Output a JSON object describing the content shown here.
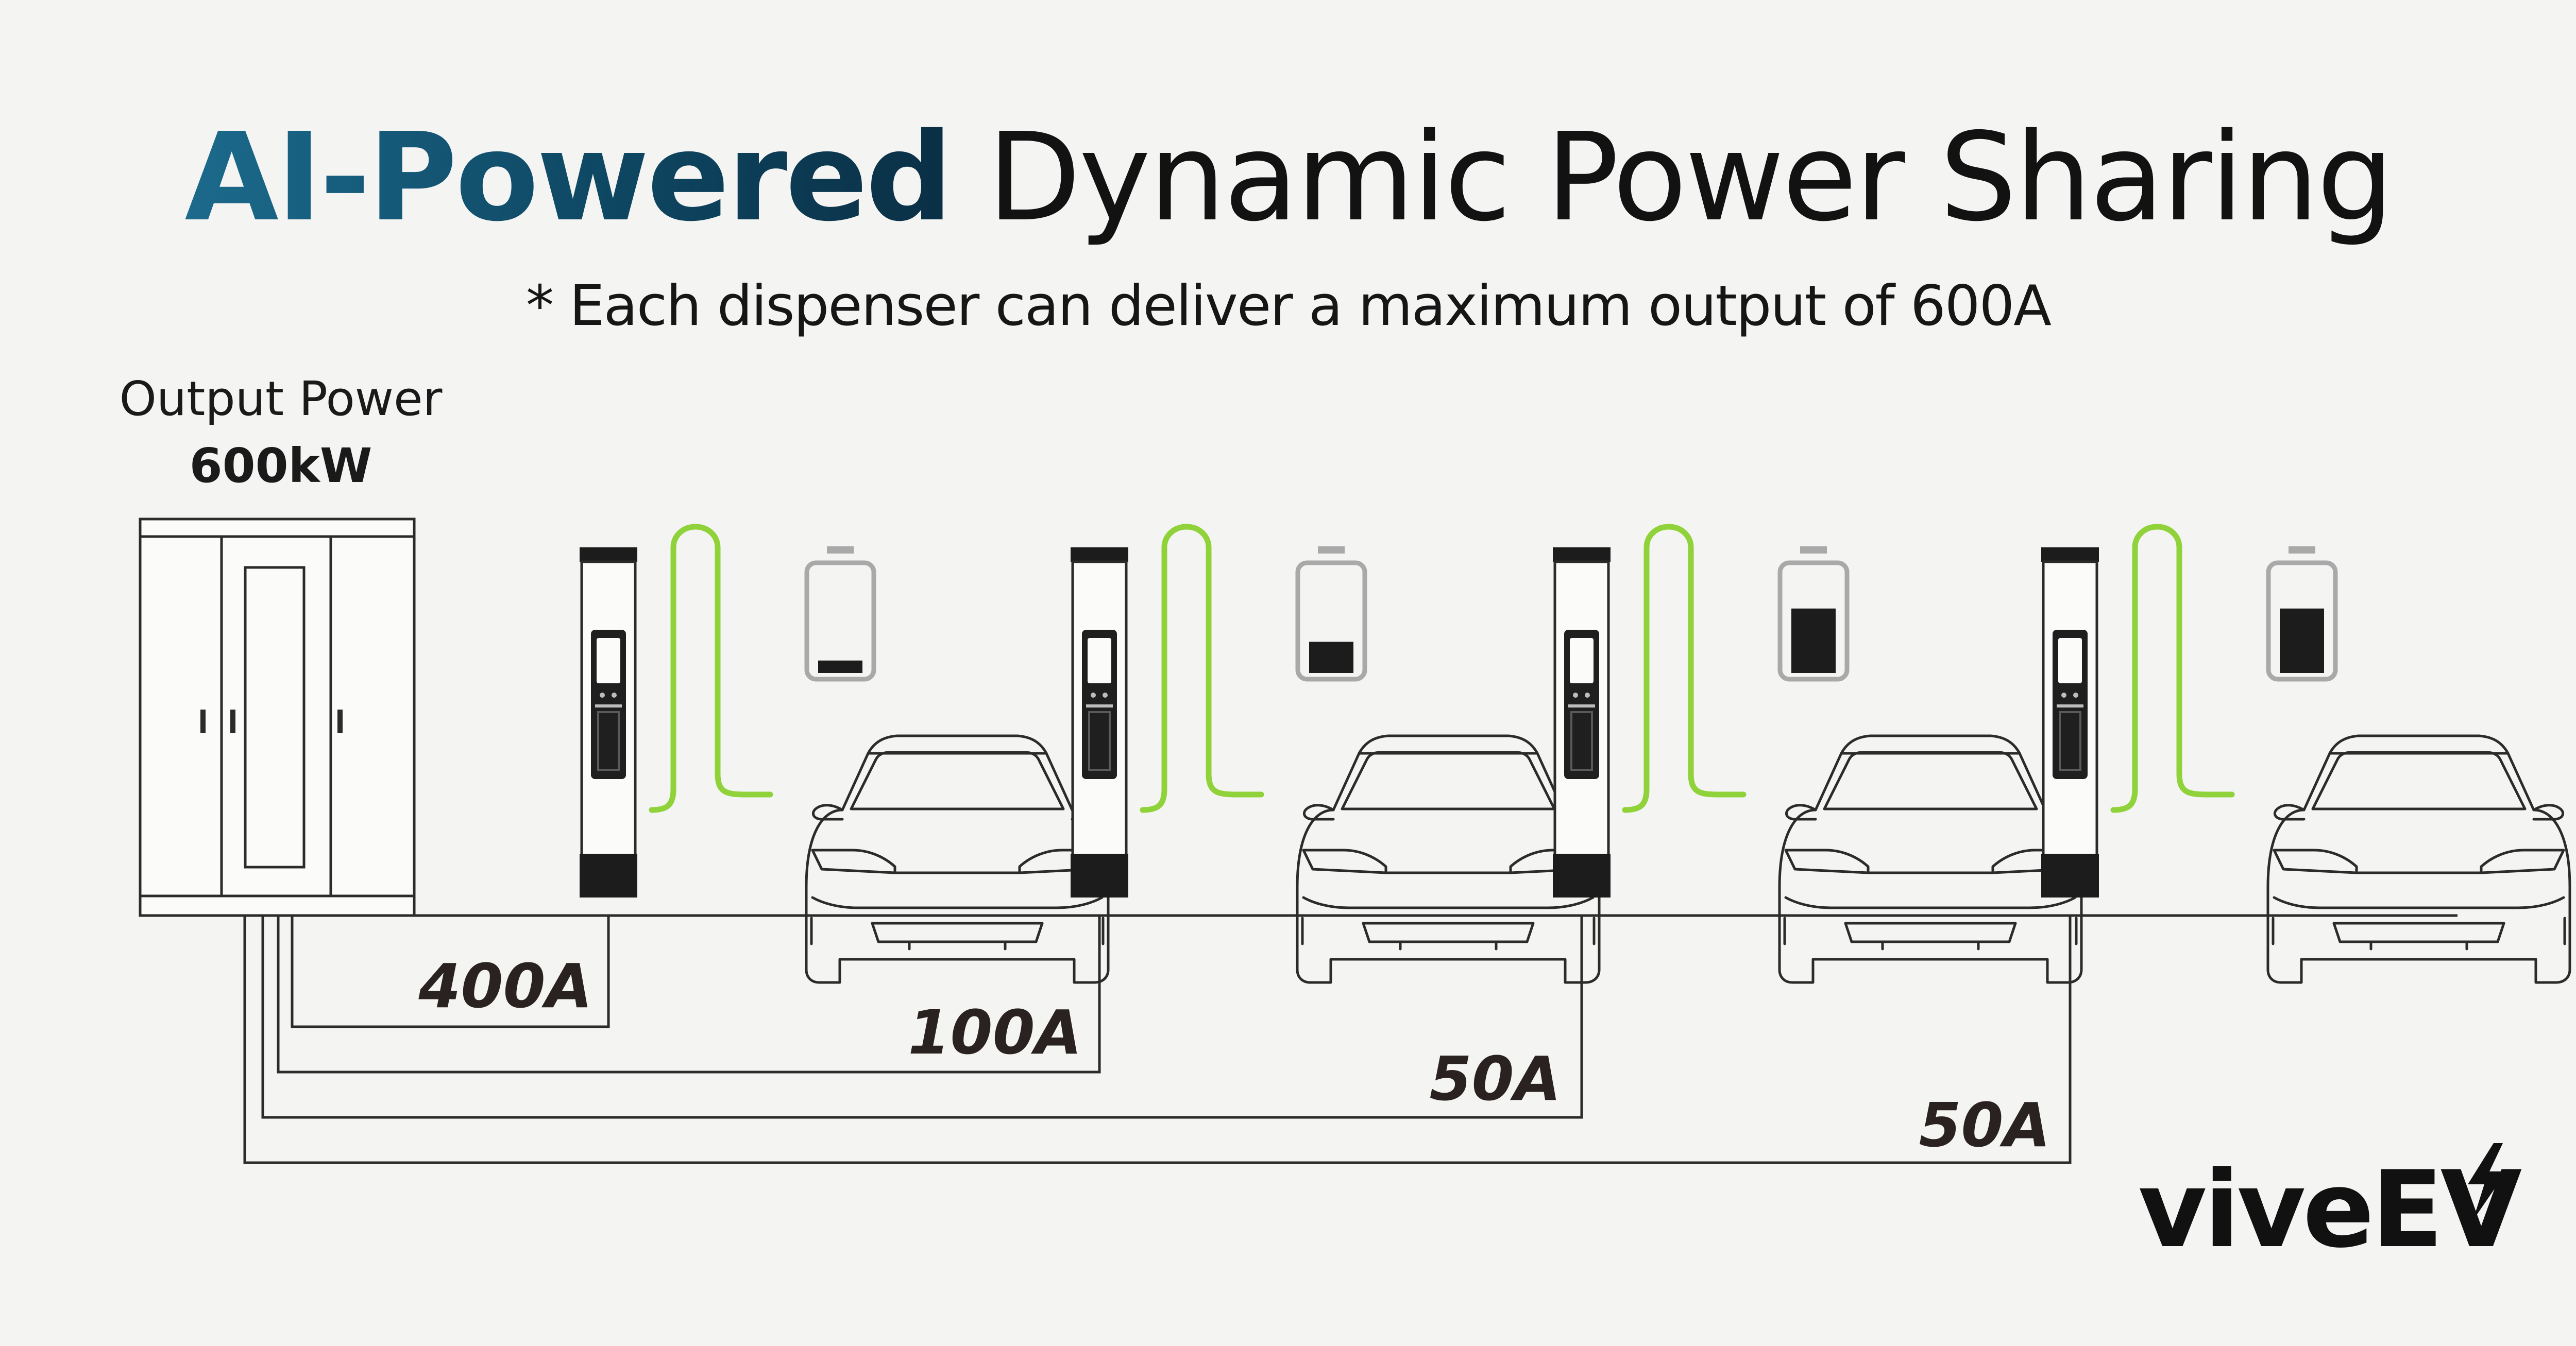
{
  "title": {
    "accent": "AI-Powered",
    "rest": "Dynamic Power Sharing"
  },
  "subtitle": "* Each dispenser can deliver a maximum output of 600A",
  "power_unit": {
    "label": "Output Power",
    "value": "600kW"
  },
  "dispensers": [
    {
      "current": "400A",
      "battery_level": 0.12
    },
    {
      "current": "100A",
      "battery_level": 0.3
    },
    {
      "current": "50A",
      "battery_level": 0.62
    },
    {
      "current": "50A",
      "battery_level": 0.62
    }
  ],
  "brand": {
    "name": "viveEV",
    "icon": "lightning-bolt-icon"
  },
  "colors": {
    "title_accent_start": "#1c6a8c",
    "title_accent_end": "#0a2f45",
    "cable": "#8fd23a",
    "outline": "#2b2b2b",
    "background": "#f4f4f2"
  }
}
